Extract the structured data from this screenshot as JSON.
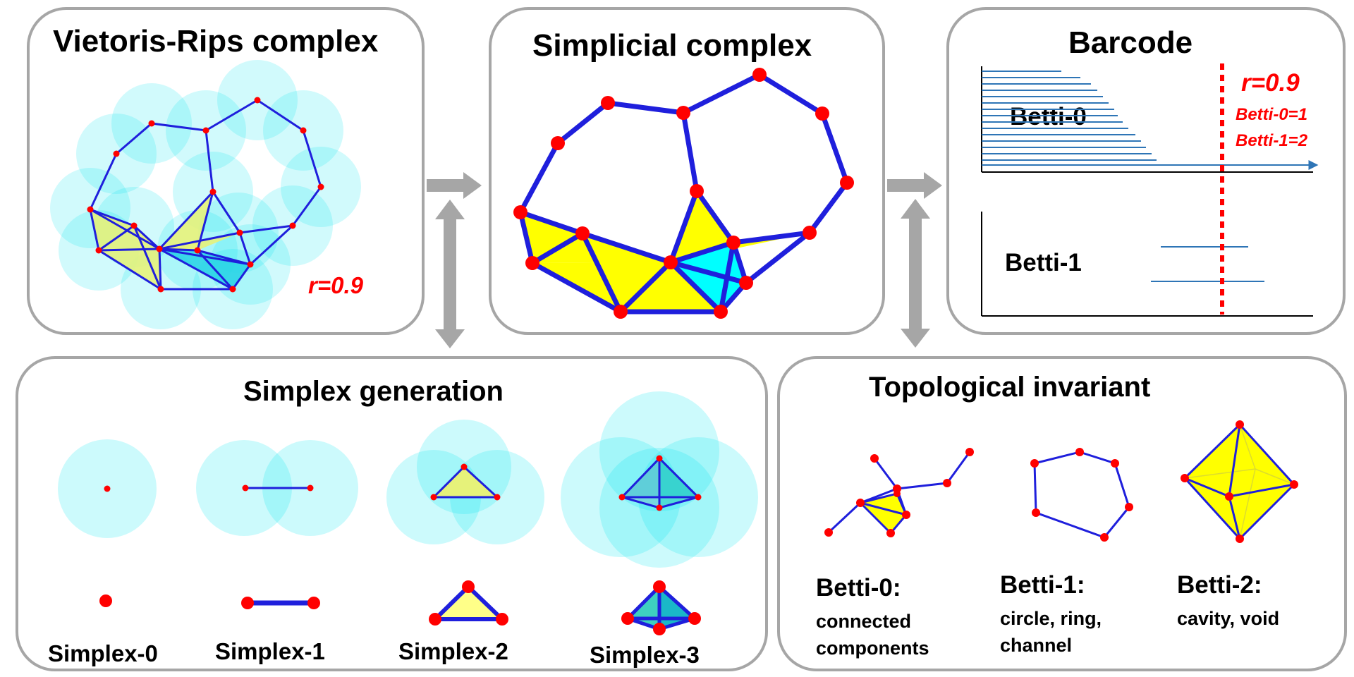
{
  "colors": {
    "vertex": "#ff0000",
    "edge": "#1f1fdc",
    "fill_yellow": "#ffff00",
    "fill_cyan": "#00ffff",
    "ball": "#00e5ee",
    "panel_border": "#a6a6a6",
    "bar": "#2e75b6",
    "arrow": "#a6a6a6"
  },
  "vietoris_rips": {
    "title": "Vietoris-Rips complex",
    "radius_label": "r=0.9"
  },
  "simplicial_complex": {
    "title": "Simplicial complex"
  },
  "barcode": {
    "title": "Barcode",
    "radius_label": "r=0.9",
    "betti0_label": "Betti-0",
    "betti1_label": "Betti-1",
    "betti0_value": "Betti-0=1",
    "betti1_value": "Betti-1=2"
  },
  "simplex_generation": {
    "title": "Simplex generation",
    "labels": [
      "Simplex-0",
      "Simplex-1",
      "Simplex-2",
      "Simplex-3"
    ]
  },
  "topological_invariant": {
    "title": "Topological invariant",
    "items": [
      {
        "name": "Betti-0:",
        "desc_line1": "connected",
        "desc_line2": "components",
        "desc_line3": ""
      },
      {
        "name": "Betti-1:",
        "desc_line1": "circle, ring,",
        "desc_line2": "channel",
        "desc_line3": ""
      },
      {
        "name": "Betti-2:",
        "desc_line1": "cavity, void",
        "desc_line2": "",
        "desc_line3": ""
      }
    ]
  }
}
